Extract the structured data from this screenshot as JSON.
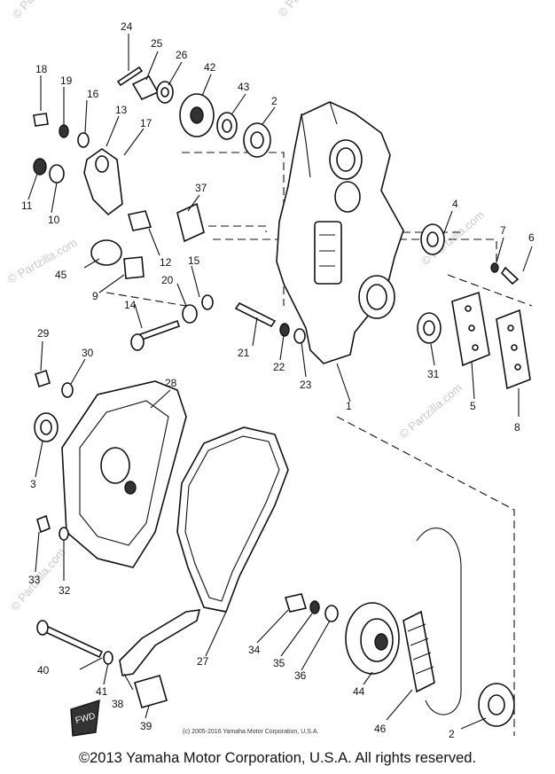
{
  "watermarks": [
    "© Partzilla.com",
    "© Partzilla.com",
    "© Partzilla.com",
    "© Partzilla.com",
    "© Partzilla.com",
    "© Partzilla.com"
  ],
  "callouts": [
    "1",
    "2",
    "2",
    "3",
    "4",
    "5",
    "6",
    "7",
    "8",
    "9",
    "10",
    "11",
    "12",
    "13",
    "14",
    "15",
    "16",
    "17",
    "18",
    "19",
    "20",
    "21",
    "22",
    "23",
    "24",
    "25",
    "26",
    "27",
    "28",
    "29",
    "30",
    "31",
    "32",
    "33",
    "34",
    "35",
    "36",
    "37",
    "38",
    "39",
    "40",
    "41",
    "42",
    "43",
    "44",
    "45",
    "46"
  ],
  "fwd_label": "FWD",
  "copyright_small": "(c) 2005-2016 Yamaha Motor Corporation, U.S.A.",
  "copyright_footer": "©2013 Yamaha Motor Corporation, U.S.A. All rights reserved."
}
